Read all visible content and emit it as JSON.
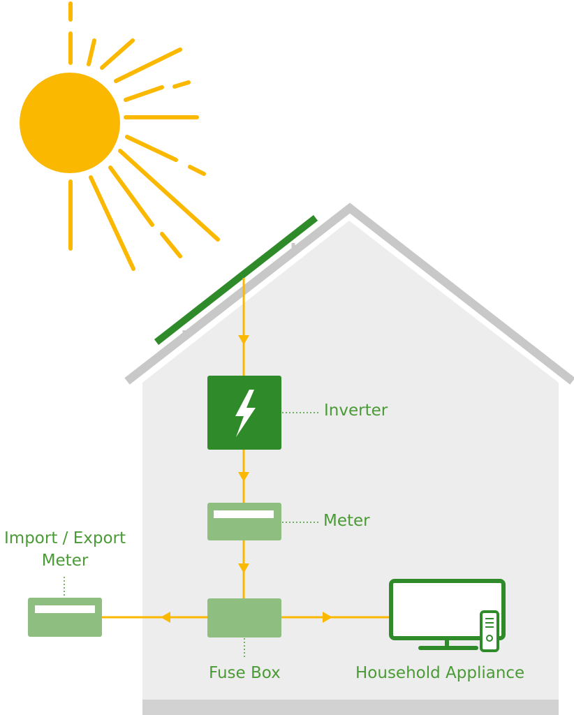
{
  "labels": {
    "inverter": "Inverter",
    "meter": "Meter",
    "import_export_line1": "Import / Export",
    "import_export_line2": "Meter",
    "fuse_box": "Fuse Box",
    "household_appliance": "Household Appliance"
  },
  "colors": {
    "sun": "#fbb800",
    "flow_line": "#fbb800",
    "panel": "#2f8a2a",
    "inverter_box": "#2f8a2a",
    "device_box": "#8fbf80",
    "label_text": "#4a9a35",
    "house_wall": "#ededed",
    "roof": "#c8c8c8"
  },
  "icons": {
    "sun": "sun-icon",
    "inverter": "lightning-bolt-icon",
    "appliance": "television-with-remote-icon"
  }
}
